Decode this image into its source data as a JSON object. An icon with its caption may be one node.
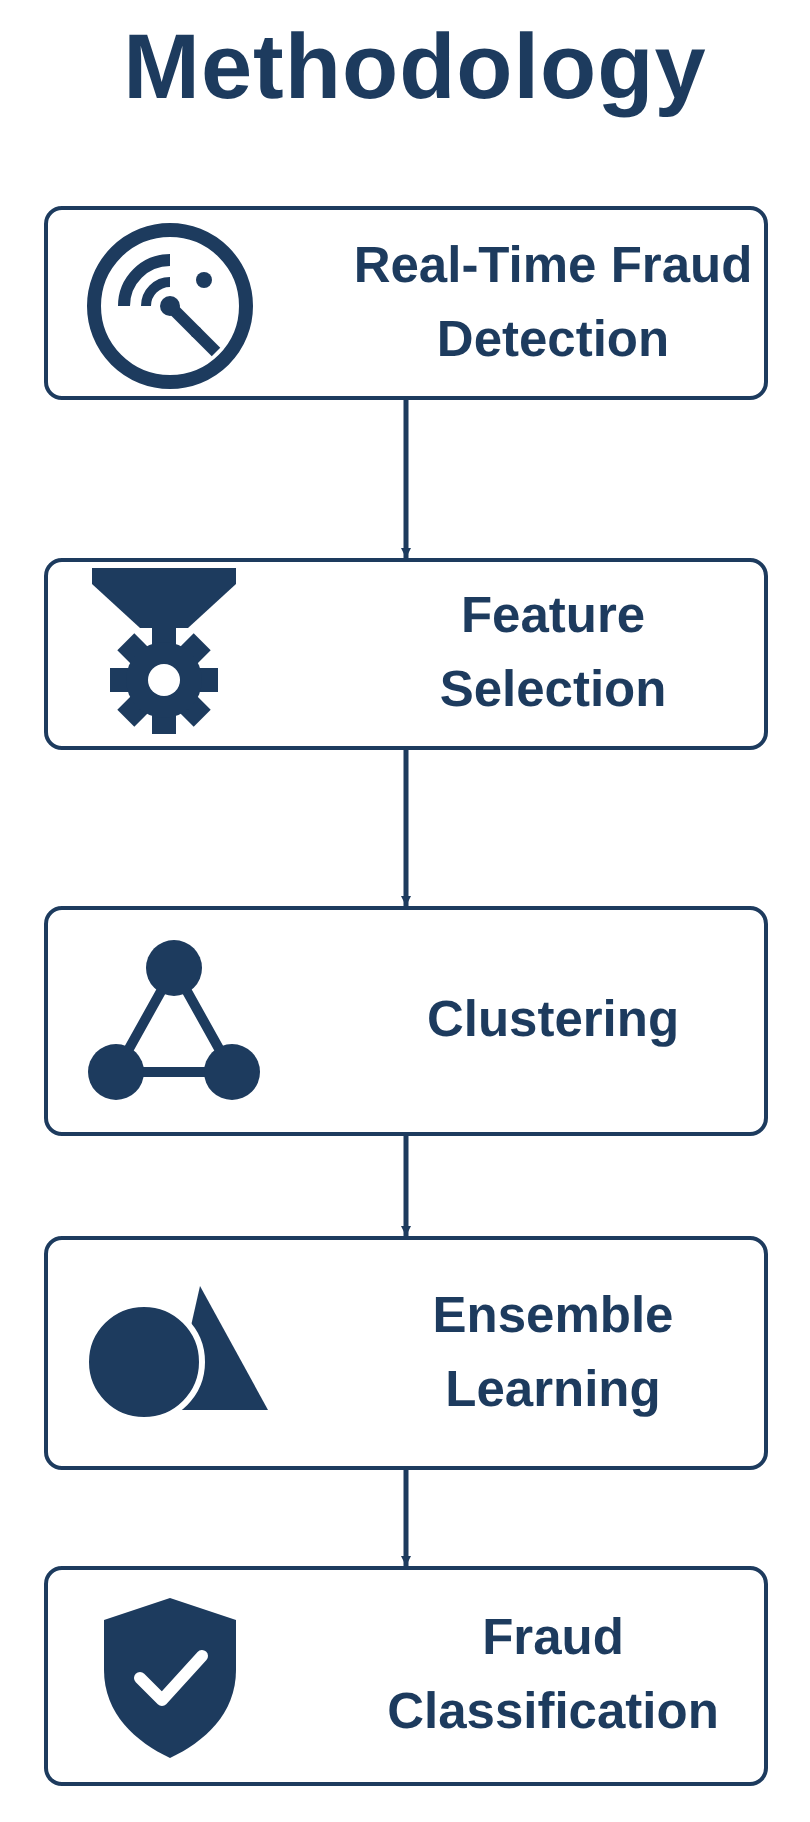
{
  "diagram": {
    "title": "Methodology",
    "nodes": [
      {
        "text": [
          "Real-Time Fraud Detection"
        ]
      },
      {
        "text": [
          "Feature Selection"
        ]
      },
      {
        "text": [
          "Clustering"
        ]
      },
      {
        "text": [
          "Ensemble Learning"
        ]
      },
      {
        "text": [
          "Fraud Classification"
        ]
      }
    ],
    "edges": [
      {
        "from": 0,
        "to": 1,
        "arrow": "to"
      },
      {
        "from": 1,
        "to": 2,
        "arrow": "to"
      },
      {
        "from": 2,
        "to": 3,
        "arrow": "to"
      },
      {
        "from": 3,
        "to": 4,
        "arrow": "to"
      }
    ]
  }
}
